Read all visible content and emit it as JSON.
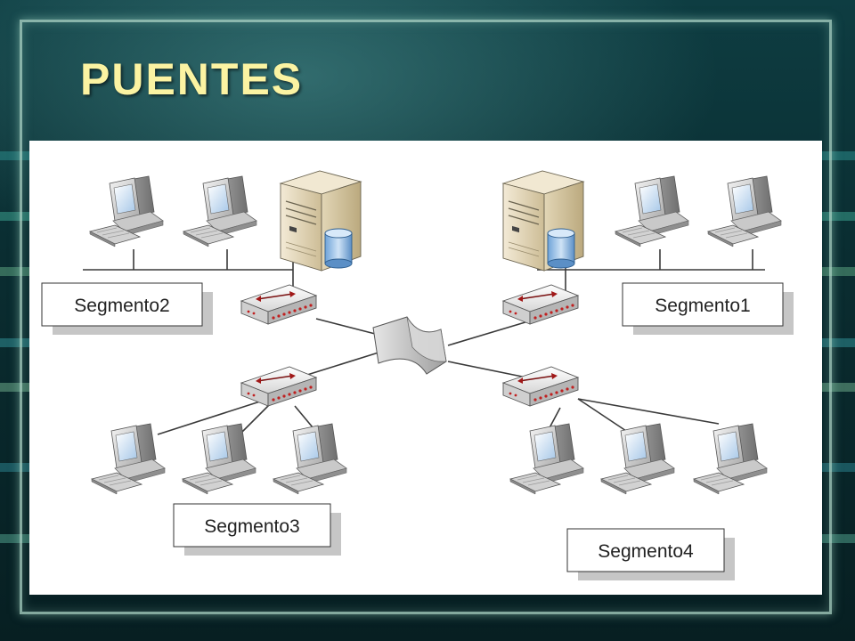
{
  "slide": {
    "title": "PUENTES"
  },
  "diagram": {
    "segments": [
      {
        "label": "Segmento2"
      },
      {
        "label": "Segmento1"
      },
      {
        "label": "Segmento3"
      },
      {
        "label": "Segmento4"
      }
    ]
  }
}
